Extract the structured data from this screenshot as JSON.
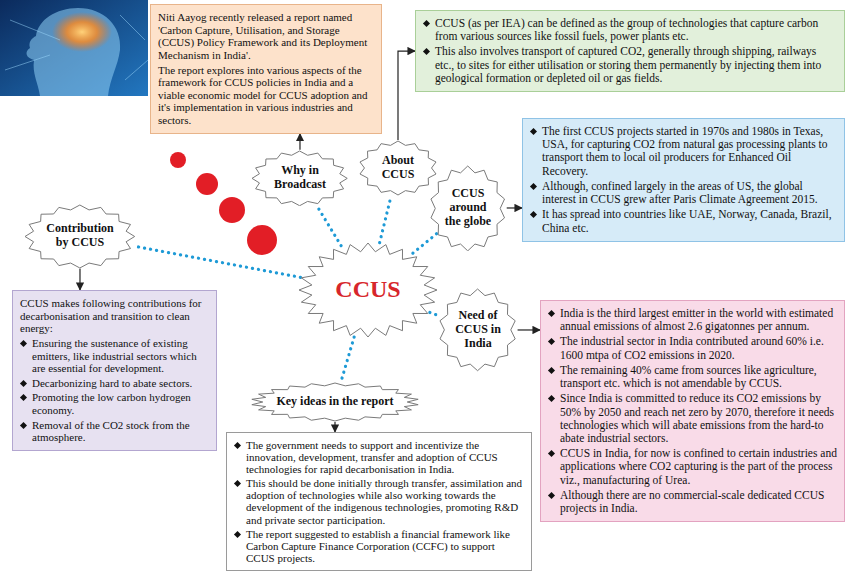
{
  "diagram": {
    "nodes": [
      {
        "text": [
          "Niti Aayog recently released a report named 'Carbon Capture, Utilisation, and Storage (CCUS) Policy Framework and its Deployment Mechanism in India'.",
          "The report explores into various aspects of the framework for CCUS policies in India and a viable economic model for CCUS adoption and it's implementation in various industries and sectors."
        ]
      },
      {
        "text": [
          "Why in Broadcast"
        ]
      },
      {
        "text": [
          "About CCUS"
        ]
      },
      {
        "text": [
          "CCUS (as per IEA) can be defined as the group of technologies that capture carbon from various sources like fossil fuels, power plants etc.",
          "This also involves transport of captured CO2, generally through shipping, railways etc., to sites for either utilisation or storing them permanently by injecting them into geological formation or depleted oil or gas fields."
        ]
      },
      {
        "text": [
          "CCUS around the globe"
        ]
      },
      {
        "text": [
          "The first CCUS projects started in 1970s and 1980s in Texas, USA, for capturing CO2 from natural gas processing plants to transport them to local oil producers for Enhanced Oil Recovery.",
          "Although, confined largely in the areas of US, the global interest in CCUS grew after Paris Climate Agreement 2015.",
          "It has spread into countries like UAE, Norway, Canada, Brazil, China etc."
        ]
      },
      {
        "text": [
          "Contribution by CCUS"
        ]
      },
      {
        "text": [
          "CCUS"
        ]
      },
      {
        "text": [
          "Need of CCUS in India"
        ]
      },
      {
        "text": [
          "CCUS makes following contributions for decarbonisation and transition to clean energy:",
          "Ensuring the sustenance of existing emitters, like industrial sectors which are essential for development.",
          "Decarbonizing hard to abate sectors.",
          "Promoting the low carbon hydrogen economy.",
          "Removal of the CO2 stock from the atmosphere."
        ]
      },
      {
        "text": [
          "Key ideas in the report"
        ]
      },
      {
        "text": [
          "India is the third largest emitter in the world with estimated annual emissions of almost 2.6 gigatonnes per annum.",
          "The industrial sector in India contributed around 60% i.e. 1600 mtpa of CO2 emissions in 2020.",
          "The remaining 40% came from sources like agriculture, transport etc. which is not amendable by CCUS.",
          "Since India is committed to reduce its CO2 emissions by 50% by 2050 and reach net zero by 2070, therefore it needs technologies which will abate emissions from the hard-to abate industrial sectors.",
          "CCUS in India, for now is confined to certain industries and applications where CO2 capturing is the part of the process viz., manufacturing of Urea.",
          "Although there are no commercial-scale dedicated CCUS projects in India."
        ]
      },
      {
        "text": [
          "The government needs to support and incentivize the innovation, development, transfer and adoption of CCUS technologies for rapid decarbonisation in India.",
          "This should be done initially through transfer, assimilation and adoption of technologies while also working towards the development of the indigenous technologies, promoting R&D and private sector participation.",
          "The report suggested to establish a financial framework like Carbon Capture Finance Corporation (CCFC) to support CCUS projects."
        ]
      }
    ],
    "edges": [
      {
        "from": 7,
        "to": 1,
        "arrow": "none"
      },
      {
        "from": 7,
        "to": 2,
        "arrow": "none"
      },
      {
        "from": 7,
        "to": 4,
        "arrow": "none"
      },
      {
        "from": 7,
        "to": 6,
        "arrow": "none"
      },
      {
        "from": 7,
        "to": 8,
        "arrow": "none"
      },
      {
        "from": 7,
        "to": 10,
        "arrow": "none"
      },
      {
        "from": 1,
        "to": 0,
        "arrow": "to"
      },
      {
        "from": 2,
        "to": 3,
        "arrow": "to"
      },
      {
        "from": 4,
        "to": 5,
        "arrow": "to"
      },
      {
        "from": 6,
        "to": 9,
        "arrow": "to"
      },
      {
        "from": 8,
        "to": 11,
        "arrow": "to"
      },
      {
        "from": 10,
        "to": 12,
        "arrow": "to"
      }
    ]
  }
}
